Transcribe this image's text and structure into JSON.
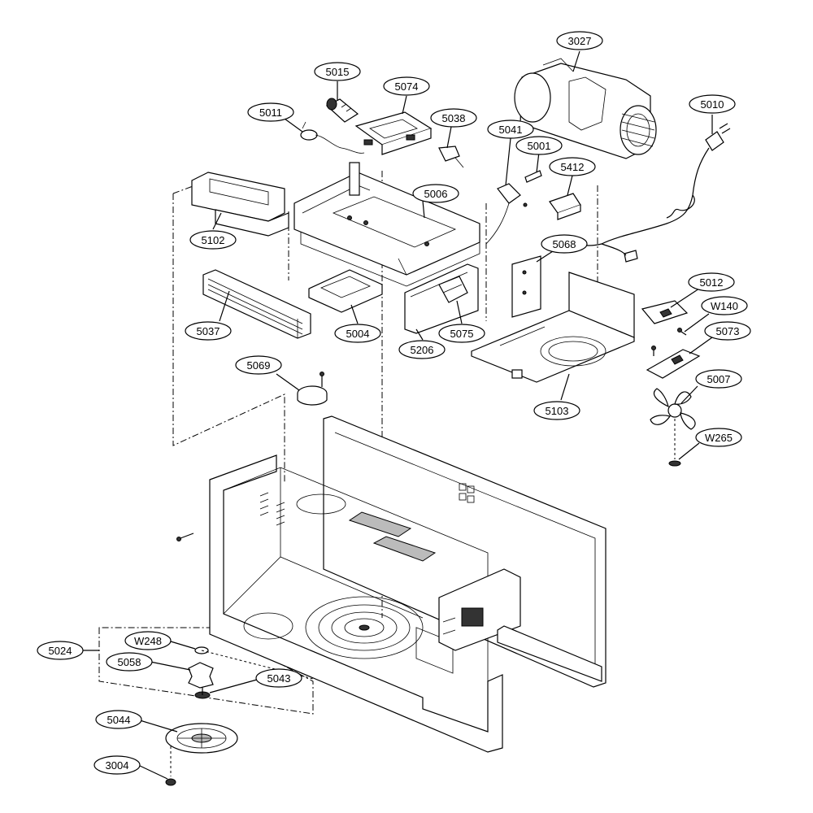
{
  "parts": [
    {
      "id": "3027",
      "label": "3027"
    },
    {
      "id": "5015",
      "label": "5015"
    },
    {
      "id": "5074",
      "label": "5074"
    },
    {
      "id": "5011",
      "label": "5011"
    },
    {
      "id": "5038",
      "label": "5038"
    },
    {
      "id": "5041",
      "label": "5041"
    },
    {
      "id": "5010",
      "label": "5010"
    },
    {
      "id": "5001",
      "label": "5001"
    },
    {
      "id": "5412",
      "label": "5412"
    },
    {
      "id": "5006",
      "label": "5006"
    },
    {
      "id": "5102",
      "label": "5102"
    },
    {
      "id": "5068",
      "label": "5068"
    },
    {
      "id": "5012",
      "label": "5012"
    },
    {
      "id": "W140",
      "label": "W140"
    },
    {
      "id": "5037",
      "label": "5037"
    },
    {
      "id": "5004",
      "label": "5004"
    },
    {
      "id": "5075",
      "label": "5075"
    },
    {
      "id": "5073",
      "label": "5073"
    },
    {
      "id": "5206",
      "label": "5206"
    },
    {
      "id": "5069",
      "label": "5069"
    },
    {
      "id": "5007",
      "label": "5007"
    },
    {
      "id": "5103",
      "label": "5103"
    },
    {
      "id": "W265",
      "label": "W265"
    },
    {
      "id": "W248",
      "label": "W248"
    },
    {
      "id": "5024",
      "label": "5024"
    },
    {
      "id": "5058",
      "label": "5058"
    },
    {
      "id": "5043",
      "label": "5043"
    },
    {
      "id": "5044",
      "label": "5044"
    },
    {
      "id": "3004",
      "label": "3004"
    }
  ]
}
